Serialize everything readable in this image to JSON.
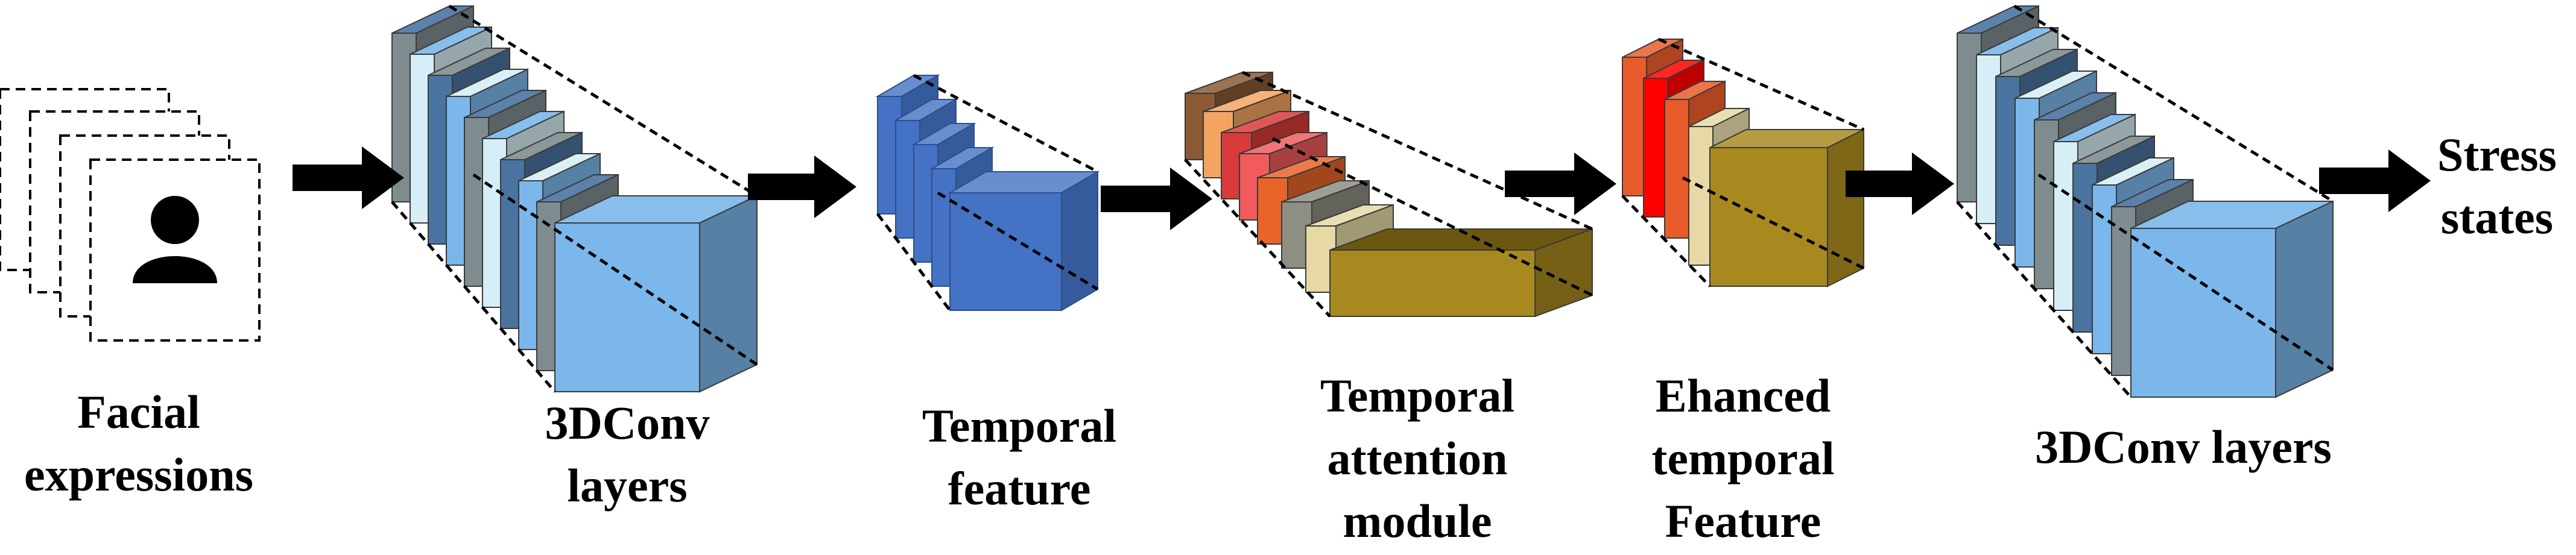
{
  "colors": {
    "conv_gray": "#7f8c8f",
    "conv_dark_blue": "#4a73a0",
    "conv_light_cyan": "#d6eef5",
    "conv_blue": "#7bb7ea",
    "feature_blue": "#4472c4",
    "att_brown": "#8b5a35",
    "att_orange": "#f4a460",
    "att_red": "#d93b3b",
    "att_salmon": "#f15b5b",
    "att_orange2": "#e8652a",
    "att_gray": "#8e8e82",
    "att_beige": "#e6d9a6",
    "att_olive": "#a8891f",
    "att_olive_dark": "#6b5710",
    "enh_orange": "#e85c2b",
    "enh_red": "#ff0000",
    "enh_beige": "#e6d9a6",
    "enh_olive": "#a8891f",
    "arrow": "#000000"
  },
  "icons": {
    "person": "person-icon",
    "arrow": "arrow-right-icon"
  },
  "stages": {
    "facial": {
      "line1": "Facial",
      "line2": "expressions"
    },
    "conv1": {
      "line1": "3DConv",
      "line2": "layers"
    },
    "temporal_feature": {
      "line1": "Temporal",
      "line2": "feature"
    },
    "temporal_attention": {
      "line1": "Temporal",
      "line2": "attention",
      "line3": "module"
    },
    "enhanced": {
      "line1": "Ehanced",
      "line2": "temporal",
      "line3": "Feature"
    },
    "conv2": {
      "line1": "3DConv layers"
    },
    "output": {
      "line1": "Stress",
      "line2": "states"
    }
  }
}
